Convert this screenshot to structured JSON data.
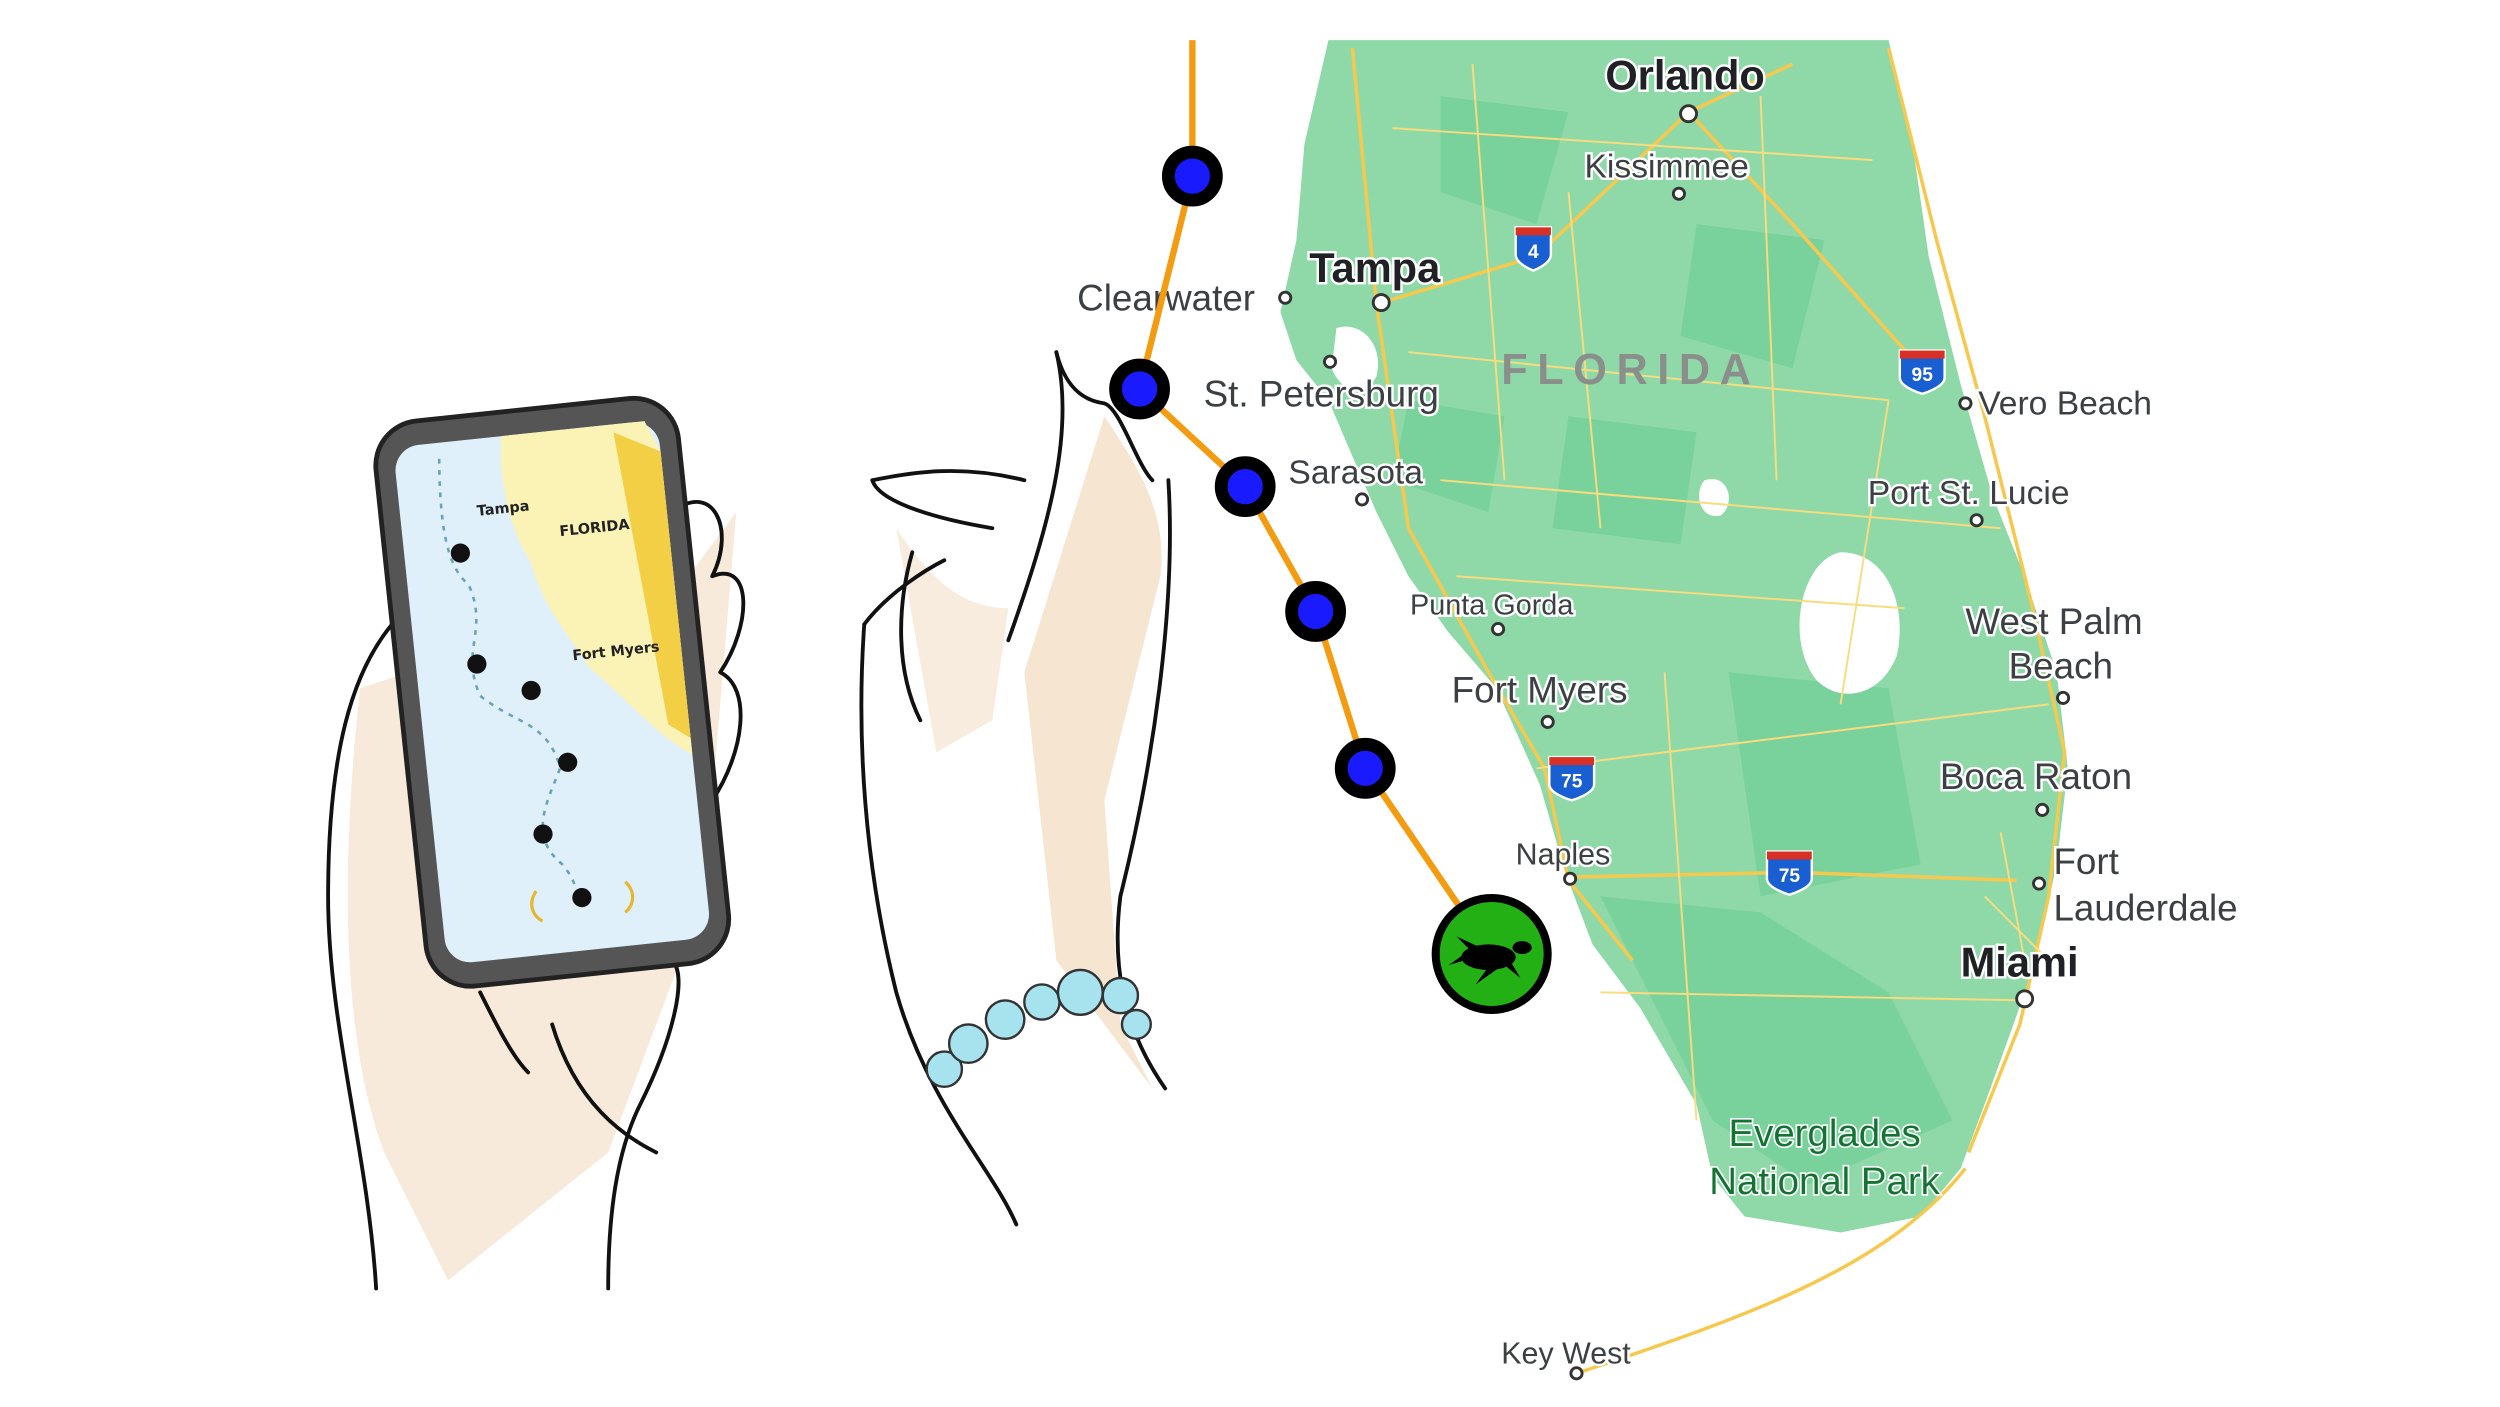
{
  "map": {
    "state_label": "FLORIDA",
    "park_label_line1": "Everglades",
    "park_label_line2": "National Park",
    "cities": [
      {
        "name": "Orlando",
        "major": true
      },
      {
        "name": "Kissimmee",
        "major": false
      },
      {
        "name": "Tampa",
        "major": true
      },
      {
        "name": "Clearwater",
        "major": false
      },
      {
        "name": "St. Petersburg",
        "major": false
      },
      {
        "name": "Sarasota",
        "major": false
      },
      {
        "name": "Punta Gorda",
        "major": false
      },
      {
        "name": "Fort Myers",
        "major": false
      },
      {
        "name": "Naples",
        "major": false
      },
      {
        "name": "Vero Beach",
        "major": false
      },
      {
        "name": "Port St. Lucie",
        "major": false
      },
      {
        "name": "West Palm",
        "major": false
      },
      {
        "name": "Beach",
        "major": false
      },
      {
        "name": "Boca Raton",
        "major": false
      },
      {
        "name": "Fort",
        "major": false
      },
      {
        "name": "Lauderdale",
        "major": false
      },
      {
        "name": "Miami",
        "major": true
      },
      {
        "name": "Key West",
        "major": false
      }
    ],
    "highway_shields": [
      "4",
      "95",
      "75",
      "75"
    ],
    "colors": {
      "land": "#8fd9a8",
      "land_dark": "#6fcf97",
      "road": "#f6c94e",
      "track": "#f39c12",
      "waypoint": "#1a1aff",
      "turtle_marker": "#22b014"
    }
  },
  "track": {
    "waypoint_count": 5,
    "current_marker_icon": "sea-turtle-icon"
  },
  "illustration": {
    "phone_labels": [
      "Tampa",
      "FLORIDA",
      "Fort Myers"
    ]
  }
}
